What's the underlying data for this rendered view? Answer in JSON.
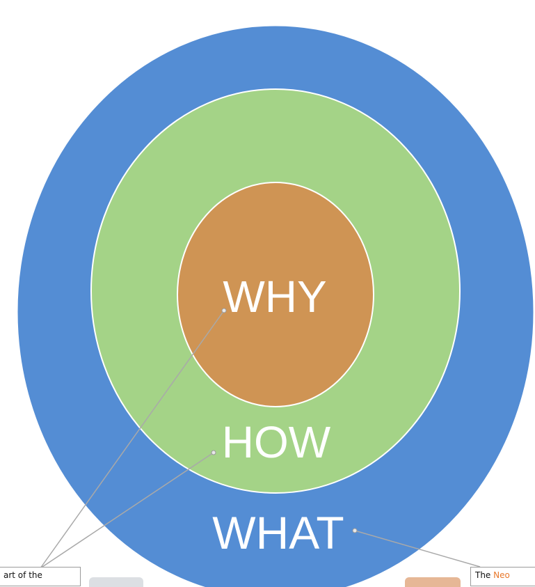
{
  "diagram": {
    "circles": [
      {
        "label": "WHAT",
        "fill": "#548dd4",
        "stroke": "#ffffff"
      },
      {
        "label": "HOW",
        "fill": "#a4d387",
        "stroke": "#ffffff"
      },
      {
        "label": "WHY",
        "fill": "#cf9454",
        "stroke": "#ffffff"
      }
    ],
    "connector_color": "#a9a9a9"
  },
  "callouts": {
    "left_text": "art of the",
    "right_prefix": "The ",
    "right_accent": "Neo",
    "accent_color": "#e8782b"
  }
}
